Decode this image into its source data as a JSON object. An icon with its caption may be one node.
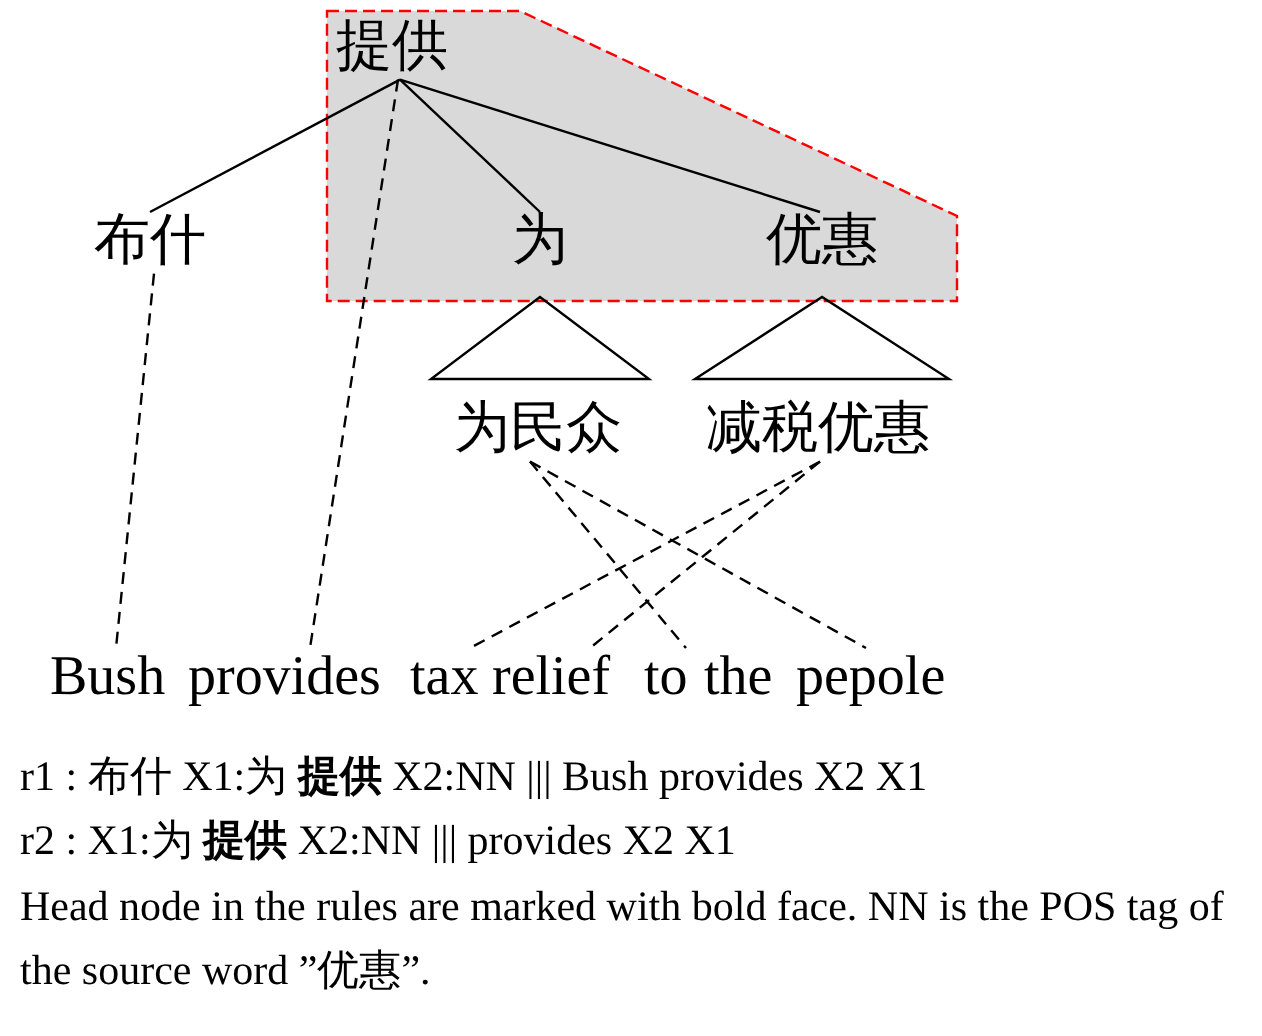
{
  "diagram": {
    "nodes": [
      {
        "text": [],
        "shape": "box"
      },
      {
        "text": [
          "提供"
        ],
        "in": 0
      },
      {
        "text": [
          "布什"
        ]
      },
      {
        "text": [
          "为"
        ],
        "in": 0
      },
      {
        "text": [
          "优惠"
        ],
        "in": 0
      },
      {
        "text": [],
        "shape": "triangle"
      },
      {
        "text": [],
        "shape": "triangle"
      },
      {
        "text": [
          "为民众"
        ]
      },
      {
        "text": [
          "减税优惠"
        ]
      },
      {
        "text": [
          "Bush"
        ]
      },
      {
        "text": [
          "provides"
        ]
      },
      {
        "text": [
          "tax"
        ]
      },
      {
        "text": [
          "relief"
        ]
      },
      {
        "text": [
          "to"
        ]
      },
      {
        "text": [
          "the"
        ]
      },
      {
        "text": [
          "pepole"
        ]
      }
    ],
    "edges": [
      {
        "from": 1,
        "to": 2,
        "arrow": "none"
      },
      {
        "from": 1,
        "to": 3,
        "arrow": "none"
      },
      {
        "from": 1,
        "to": 4,
        "arrow": "none"
      },
      {
        "from": 2,
        "to": 9,
        "arrow": "none",
        "style": "dashed"
      },
      {
        "from": 1,
        "to": 10,
        "arrow": "none",
        "style": "dashed"
      },
      {
        "from": 8,
        "to": 11,
        "arrow": "none",
        "style": "dashed"
      },
      {
        "from": 8,
        "to": 12,
        "arrow": "none",
        "style": "dashed"
      },
      {
        "from": 7,
        "to": 13,
        "arrow": "none",
        "style": "dashed"
      },
      {
        "from": 7,
        "to": 15,
        "arrow": "none",
        "style": "dashed"
      }
    ],
    "labels": [
      "r1 : 布什 X1:为 **提供** X2:NN ||| Bush provides X2 X1",
      "r2 : X1:为 **提供** X2:NN ||| provides X2 X1",
      "Head node in the rules are marked with bold face. NN is the POS tag of the source word ”优惠”."
    ]
  }
}
